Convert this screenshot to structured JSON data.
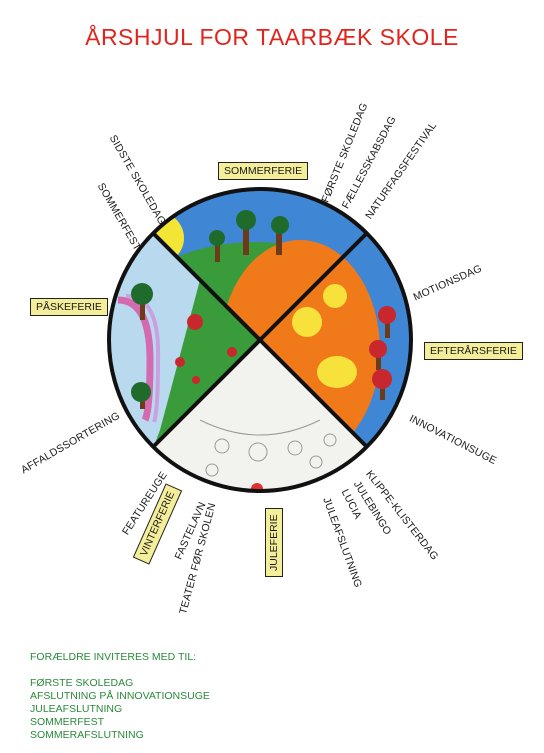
{
  "title": "ÅRSHJUL FOR TAARBÆK SKOLE",
  "seasons": {
    "summer": "SOMMERFERIE",
    "autumn": "EFTERÅRSFERIE",
    "christmas": "JULEFERIE",
    "winter": "VINTERFERIE",
    "easter": "PÅSKEFERIE"
  },
  "events": {
    "forste_skoledag": "FØRSTE SKOLEDAG",
    "faellesskabsdag": "FÆLLESSKABSDAG",
    "naturfagsfestival": "NATURFAGSFESTIVAL",
    "motionsdag": "MOTIONSDAG",
    "innovationsuge": "INNOVATIONSUGE",
    "klippe_klisterdag": "KLIPPE-KLISTERDAG",
    "julebingo": "JULEBINGO",
    "lucia": "LUCIA",
    "juleafslutning": "JULEAFSLUTNING",
    "teater": "TEATER FØR SKOLEN",
    "fastelavn": "FASTELAVN",
    "featureuge": "FEATUREUGE",
    "affaldssortering": "AFFALDSSORTERING",
    "sommerfest": "SOMMERFEST",
    "sidste_skoledag": "SIDSTE SKOLEDAG"
  },
  "footer": {
    "heading": "FORÆLDRE INVITERES MED TIL:",
    "items": [
      "FØRSTE SKOLEDAG",
      "AFSLUTNING PÅ INNOVATIONSUGE",
      "JULEAFSLUTNING",
      "SOMMERFEST",
      "SOMMERAFSLUTNING"
    ]
  },
  "colors": {
    "title": "#e2241d",
    "footer": "#2a8a3a",
    "season_box": "#f4ee9a",
    "sky": "#3f86d4",
    "grass": "#3a9b3a",
    "autumn": "#f07a1a",
    "winter": "#f2f2ee",
    "spring": "#b9d9ef"
  }
}
